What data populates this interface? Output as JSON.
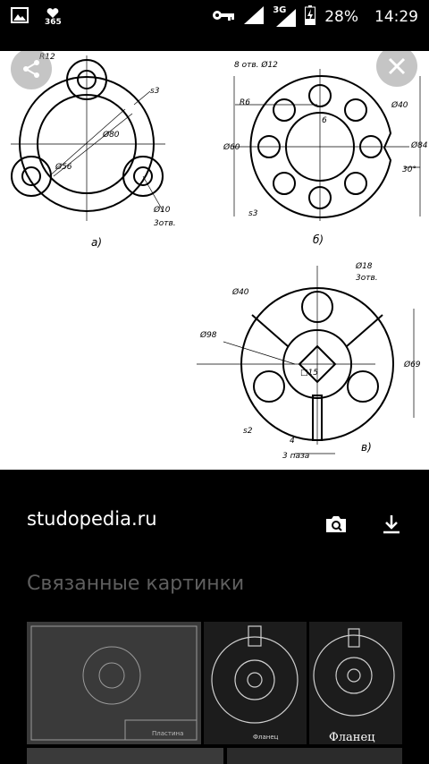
{
  "status_bar": {
    "badge_365": "365",
    "network_type": "3G",
    "battery_percent": "28%",
    "time": "14:29",
    "icons": [
      "gallery-icon",
      "heart-365-icon",
      "key-icon",
      "signal-icon",
      "signal-3g-icon",
      "battery-charging-icon"
    ]
  },
  "drawing": {
    "labels_a": {
      "r12": "R12",
      "s3": "s3",
      "d80": "Ø80",
      "d56": "Ø56",
      "d10": "Ø10",
      "holes": "3отв.",
      "caption": "а)"
    },
    "labels_b": {
      "holes8": "8 отв. Ø12",
      "r6": "R6",
      "d40": "Ø40",
      "six": "6",
      "d60": "Ø60",
      "d84": "Ø84",
      "angle": "30°",
      "s3": "s3",
      "caption": "б)"
    },
    "labels_c": {
      "d18": "Ø18",
      "holes3": "3отв.",
      "d40": "Ø40",
      "d98": "Ø98",
      "sq15": "□15",
      "d69": "Ø69",
      "s2": "s2",
      "four": "4",
      "slots": "3 паза",
      "caption": "в)"
    }
  },
  "source": {
    "name": "studopedia.ru"
  },
  "related": {
    "title": "Связанные картинки",
    "thumb_labels": {
      "t1_plate": "Пластина",
      "t2_flange": "Фланец",
      "t3_flange": "Фланец"
    }
  },
  "colors": {
    "background": "#000000",
    "viewer_bg": "#ffffff",
    "muted_text": "#5f5f5f",
    "fab_bg": "#969696"
  }
}
